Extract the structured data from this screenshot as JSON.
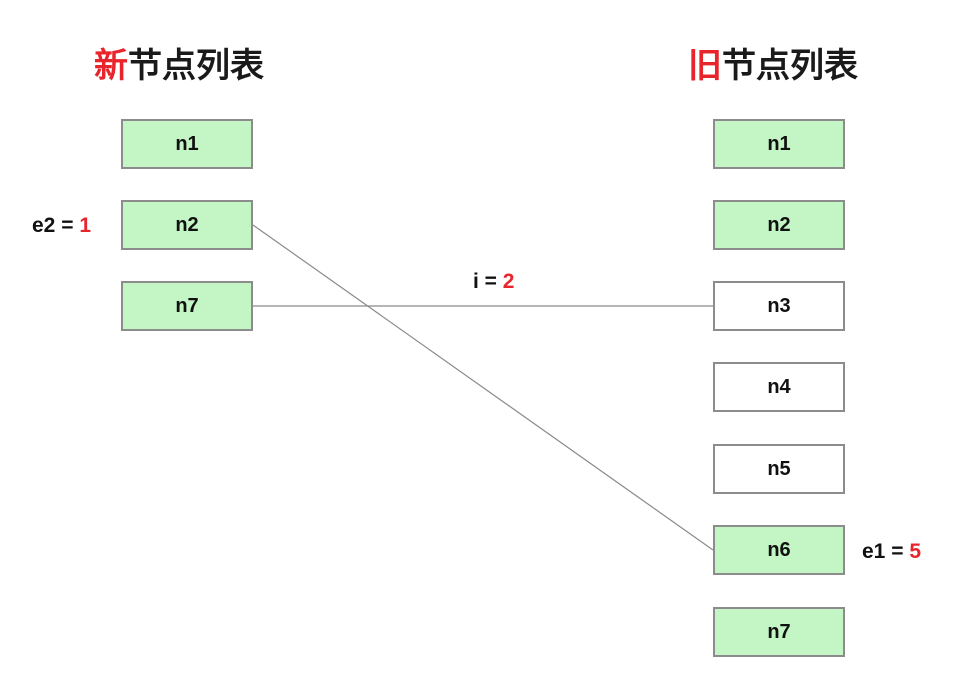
{
  "titles": {
    "new": {
      "accent": "新",
      "rest": "节点列表"
    },
    "old": {
      "accent": "旧",
      "rest": "节点列表"
    }
  },
  "new_list": [
    {
      "label": "n1",
      "state": "green"
    },
    {
      "label": "n2",
      "state": "green"
    },
    {
      "label": "n7",
      "state": "green"
    }
  ],
  "old_list": [
    {
      "label": "n1",
      "state": "green"
    },
    {
      "label": "n2",
      "state": "green"
    },
    {
      "label": "n3",
      "state": "white"
    },
    {
      "label": "n4",
      "state": "white"
    },
    {
      "label": "n5",
      "state": "white"
    },
    {
      "label": "n6",
      "state": "green"
    },
    {
      "label": "n7",
      "state": "green"
    }
  ],
  "annotations": {
    "e2": {
      "name": "e2 =",
      "value": "1"
    },
    "i": {
      "name": "i =",
      "value": "2"
    },
    "e1": {
      "name": "e1 =",
      "value": "5"
    }
  },
  "links": [
    {
      "from": "n2",
      "to": "n6"
    },
    {
      "from": "n7",
      "to": "n3"
    }
  ],
  "colors": {
    "accent": "#e8252b",
    "node_green": "#c3f6c4",
    "node_border": "#8c8c8c",
    "link": "#8a8a8a"
  }
}
